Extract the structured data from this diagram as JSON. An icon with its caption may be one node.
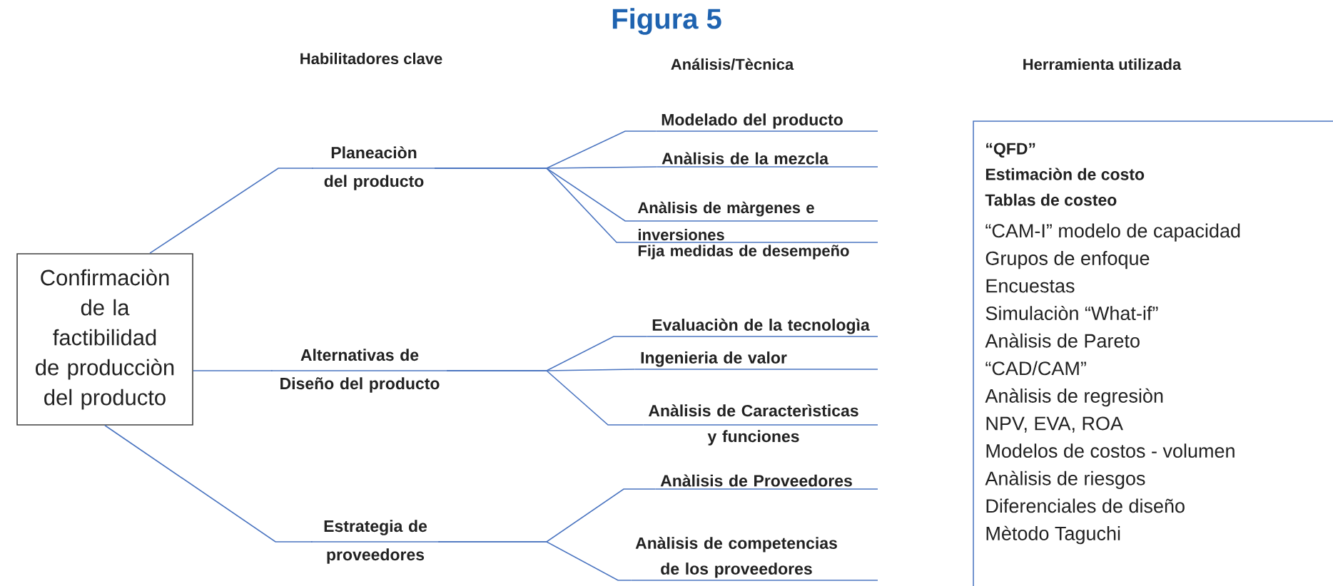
{
  "diagram": {
    "title": "Figura 5",
    "nodes": [
      {
        "text": [
          "Confirmaciòn de la factibilidad de producciòn del producto"
        ]
      },
      {
        "text": [
          "Planeaciòn del producto"
        ]
      },
      {
        "text": [
          "Modelado del producto"
        ]
      },
      {
        "text": [
          "Anàlisis de la mezcla"
        ]
      },
      {
        "text": [
          "Anàlisis de màrgenes e inversiones"
        ]
      },
      {
        "text": [
          "Fija medidas de desempeño"
        ]
      },
      {
        "text": [
          "Alternativas de Diseño del producto"
        ]
      },
      {
        "text": [
          "Evaluaciòn de la tecnologìa"
        ]
      },
      {
        "text": [
          "Ingenieria de valor"
        ]
      },
      {
        "text": [
          "Anàlisis de Caracterìsticas y funciones"
        ]
      },
      {
        "text": [
          "Estrategia de proveedores"
        ]
      },
      {
        "text": [
          "Anàlisis de Proveedores"
        ]
      },
      {
        "text": [
          "Anàlisis de competencias de los proveedores"
        ]
      },
      {
        "text": [
          "“QFD”",
          "Estimaciòn de costo",
          "Tablas de costeo",
          "“CAM-I” modelo de capacidad",
          "Grupos de enfoque",
          "Encuestas",
          "Simulaciòn “What-if”",
          "Anàlisis de Pareto",
          "“CAD/CAM”",
          "Anàlisis de regresiòn",
          "NPV, EVA, ROA",
          "Modelos de costos - volumen",
          "Anàlisis de riesgos",
          "Diferenciales de diseño",
          "Mètodo Taguchi"
        ]
      }
    ],
    "edges": [
      {
        "from": 0,
        "to": 1,
        "arrow": "none"
      },
      {
        "from": 0,
        "to": 6,
        "arrow": "none"
      },
      {
        "from": 0,
        "to": 10,
        "arrow": "none"
      },
      {
        "from": 1,
        "to": 2,
        "arrow": "none"
      },
      {
        "from": 1,
        "to": 3,
        "arrow": "none"
      },
      {
        "from": 1,
        "to": 4,
        "arrow": "none"
      },
      {
        "from": 1,
        "to": 5,
        "arrow": "none"
      },
      {
        "from": 6,
        "to": 7,
        "arrow": "none"
      },
      {
        "from": 6,
        "to": 8,
        "arrow": "none"
      },
      {
        "from": 6,
        "to": 9,
        "arrow": "none"
      },
      {
        "from": 10,
        "to": 11,
        "arrow": "none"
      },
      {
        "from": 10,
        "to": 12,
        "arrow": "none"
      }
    ],
    "labels": [
      "Habilitadores clave",
      "Análisis/Tècnica",
      "Herramienta utilizada"
    ]
  }
}
